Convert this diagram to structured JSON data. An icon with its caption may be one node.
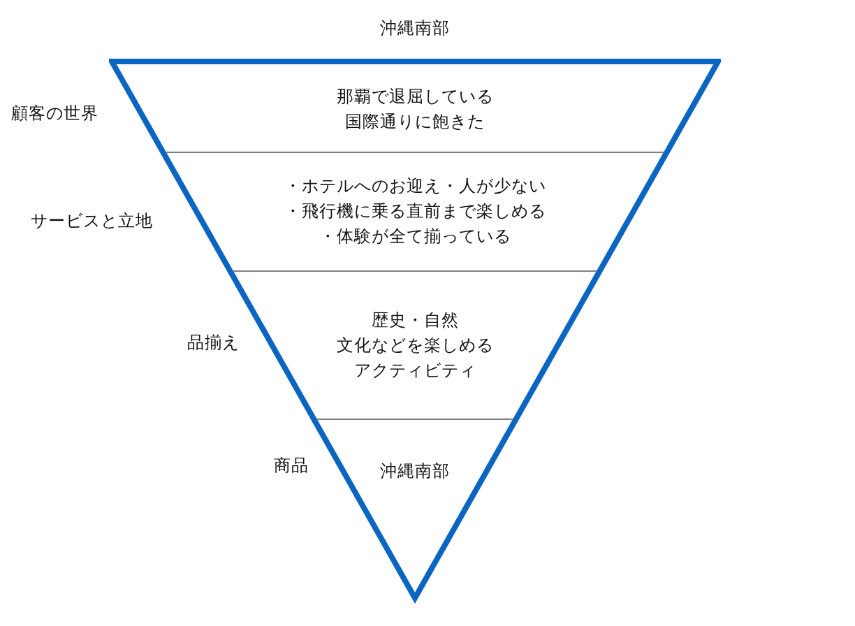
{
  "diagram": {
    "title": "沖縄南部",
    "nodes": [
      {
        "text": [],
        "shape": "triangle"
      },
      {
        "text": [
          "那覇で退屈している",
          "国際通りに飽きた"
        ],
        "in": 0
      },
      {
        "text": [
          "・ホテルへのお迎え・人が少ない",
          "・飛行機に乗る直前まで楽しめる",
          "・体験が全て揃っている"
        ],
        "in": 0
      },
      {
        "text": [
          "歴史・自然",
          "文化などを楽しめる",
          "アクティビティ"
        ],
        "in": 0
      },
      {
        "text": [
          "沖縄南部"
        ],
        "in": 0
      }
    ],
    "labels": [
      "顧客の世界",
      "サービスと立地",
      "品揃え",
      "商品"
    ]
  }
}
